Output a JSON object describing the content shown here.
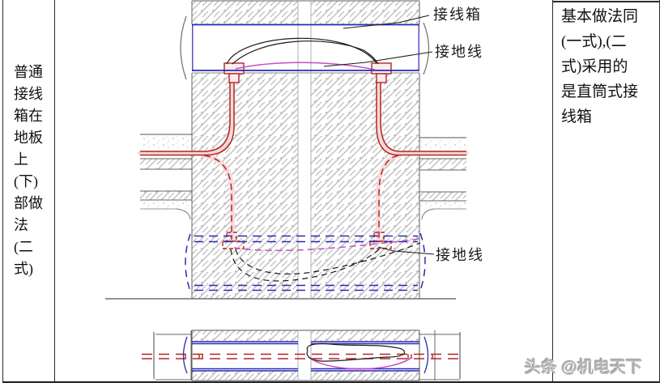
{
  "page": {
    "left_cell_text": "普通\n接线\n箱在\n地板\n上\n(下)\n部做\n法\n(二\n式)",
    "right_cell_text": "基本做法同\n(一式),(二\n式)采用的\n是直筒式接\n线箱",
    "watermark": "头条 @机电天下"
  },
  "drawing": {
    "labels": {
      "junction_box": "接线箱",
      "ground_wire_upper": "接地线",
      "ground_wire_lower": "接地线"
    },
    "colors": {
      "conduit_red": "#b22626",
      "conduit_halo": "#f6d9d9",
      "box_blue": "#2a2ab2",
      "ground_magenta": "#c34ec3",
      "wire_black": "#1b1b1b",
      "hatch_gray": "#a0a0a0",
      "border_black": "#2b2b2b"
    }
  }
}
